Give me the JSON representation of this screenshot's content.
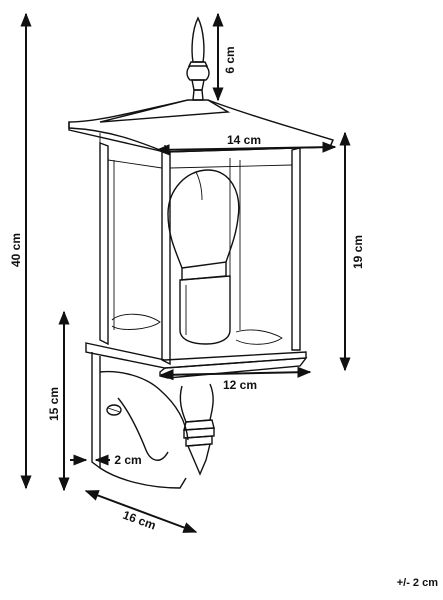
{
  "dimensions": {
    "total_height": "40 cm",
    "finial_height": "6 cm",
    "roof_width": "14 cm",
    "lantern_height": "19 cm",
    "base_width": "12 cm",
    "bracket_height": "15 cm",
    "wall_offset": "2 cm",
    "depth": "16 cm"
  },
  "tolerance": "+/- 2 cm"
}
